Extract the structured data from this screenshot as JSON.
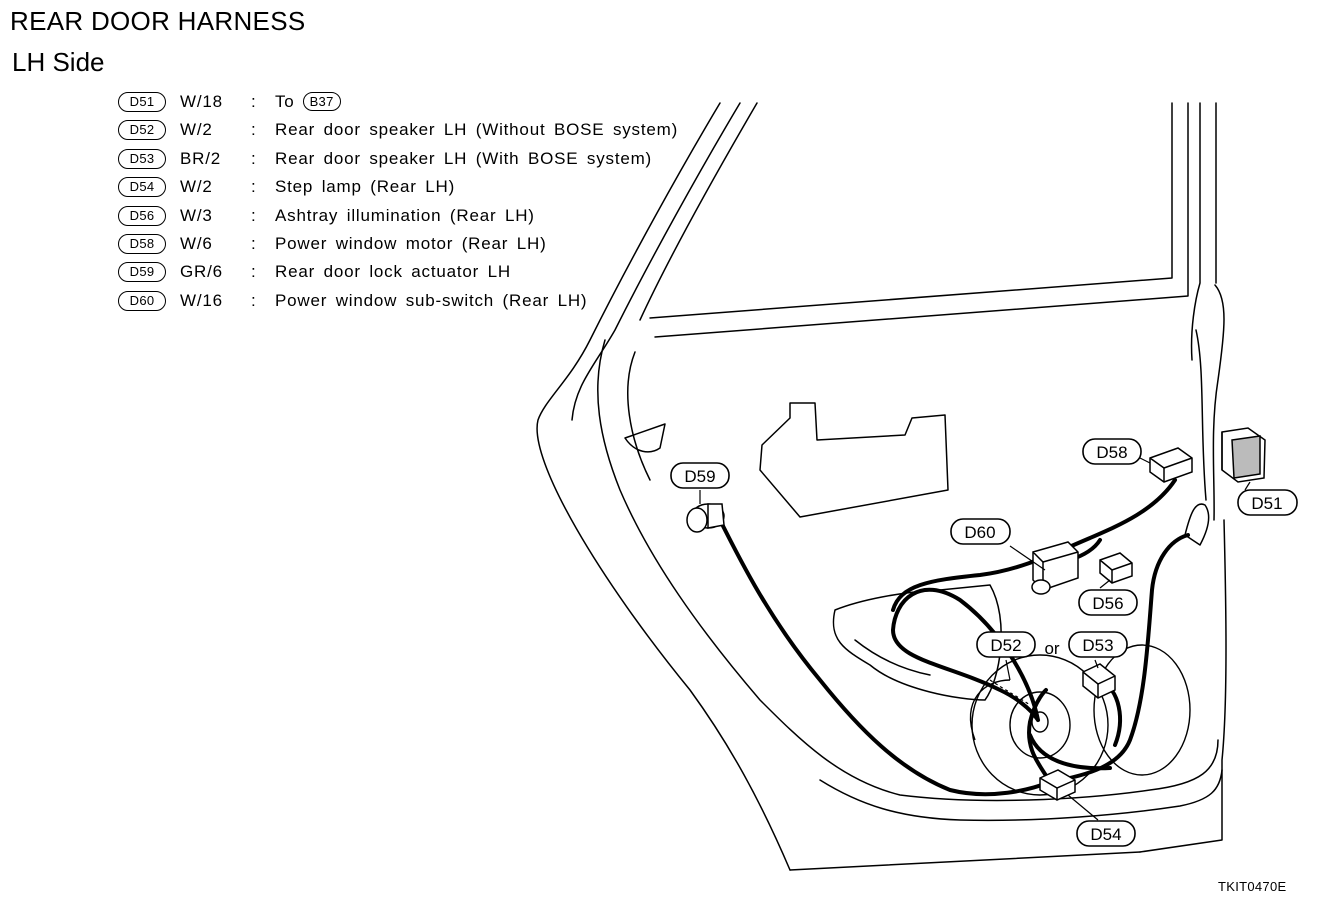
{
  "title": "REAR DOOR HARNESS",
  "subtitle": "LH Side",
  "legend": [
    {
      "connector": "D51",
      "wire": "W/18",
      "sep": ":",
      "desc": "To",
      "ref": "B37"
    },
    {
      "connector": "D52",
      "wire": "W/2",
      "sep": ":",
      "desc": "Rear door speaker LH (Without BOSE system)"
    },
    {
      "connector": "D53",
      "wire": "BR/2",
      "sep": ":",
      "desc": "Rear door speaker LH (With BOSE system)"
    },
    {
      "connector": "D54",
      "wire": "W/2",
      "sep": ":",
      "desc": "Step lamp (Rear LH)"
    },
    {
      "connector": "D56",
      "wire": "W/3",
      "sep": ":",
      "desc": "Ashtray illumination (Rear LH)"
    },
    {
      "connector": "D58",
      "wire": "W/6",
      "sep": ":",
      "desc": "Power window motor (Rear LH)"
    },
    {
      "connector": "D59",
      "wire": "GR/6",
      "sep": ":",
      "desc": "Rear door lock actuator LH"
    },
    {
      "connector": "D60",
      "wire": "W/16",
      "sep": ":",
      "desc": "Power window sub-switch (Rear LH)"
    }
  ],
  "callouts": {
    "d59": "D59",
    "d58": "D58",
    "d51": "D51",
    "d60": "D60",
    "d56": "D56",
    "d52": "D52",
    "or": "or",
    "d53": "D53",
    "d54": "D54"
  },
  "figure_id": "TKIT0470E"
}
